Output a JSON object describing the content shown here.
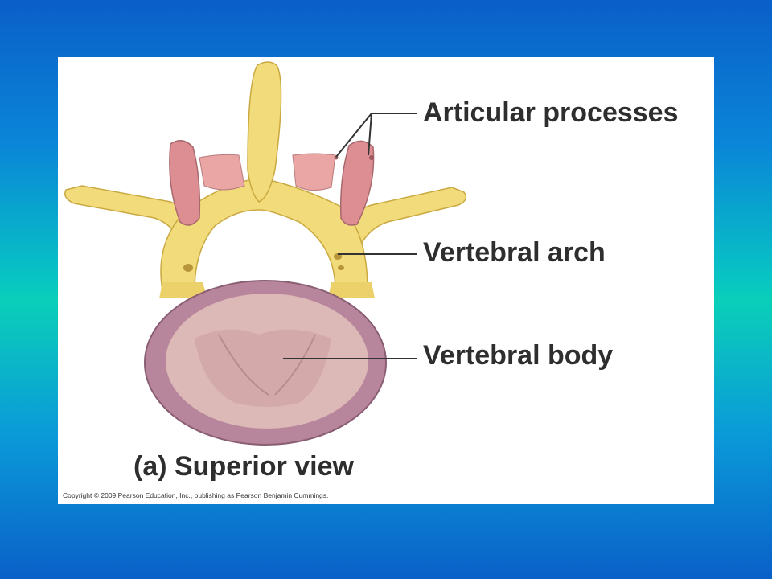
{
  "labels": {
    "articular_processes": "Articular processes",
    "vertebral_arch": "Vertebral arch",
    "vertebral_body": "Vertebral body"
  },
  "caption": "(a) Superior view",
  "copyright": "Copyright © 2009 Pearson Education, Inc., publishing as Pearson Benjamin Cummings.",
  "colors": {
    "bone": "#f1db7a",
    "bone_shadow": "#d9b94c",
    "articular_surface": "#dd8e93",
    "vertebral_body_rim": "#b8869c",
    "vertebral_body_center": "#dcb8b6",
    "leader_line": "#333333"
  }
}
